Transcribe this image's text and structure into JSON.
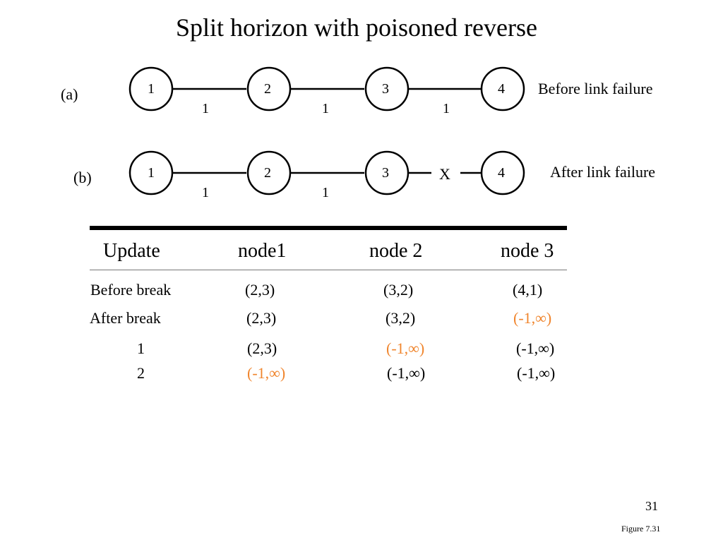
{
  "title": "Split horizon with poisoned reverse",
  "diagrams": {
    "a": {
      "label": "(a)",
      "status": "Before link failure",
      "nodes": [
        "1",
        "2",
        "3",
        "4"
      ],
      "link_costs": [
        "1",
        "1",
        "1"
      ]
    },
    "b": {
      "label": "(b)",
      "status": "After link failure",
      "nodes": [
        "1",
        "2",
        "3",
        "4"
      ],
      "link_costs": [
        "1",
        "1"
      ],
      "break_mark": "X"
    }
  },
  "table": {
    "headers": [
      "Update",
      "node1",
      "node 2",
      "node 3"
    ],
    "rows": [
      {
        "label": "Before break",
        "cells": [
          "(2,3)",
          "(3,2)",
          "(4,1)"
        ]
      },
      {
        "label": "After break",
        "cells": [
          "(2,3)",
          "(3,2)",
          "(-1,∞)"
        ]
      },
      {
        "label": "1",
        "cells": [
          "(2,3)",
          "(-1,∞)",
          "(-1,∞)"
        ]
      },
      {
        "label": "2",
        "cells": [
          "(-1,∞)",
          "(-1,∞)",
          "(-1,∞)"
        ]
      }
    ]
  },
  "highlight_color": "#f0852d",
  "footer": {
    "slide_number": "31",
    "figure": "Figure 7.31"
  }
}
